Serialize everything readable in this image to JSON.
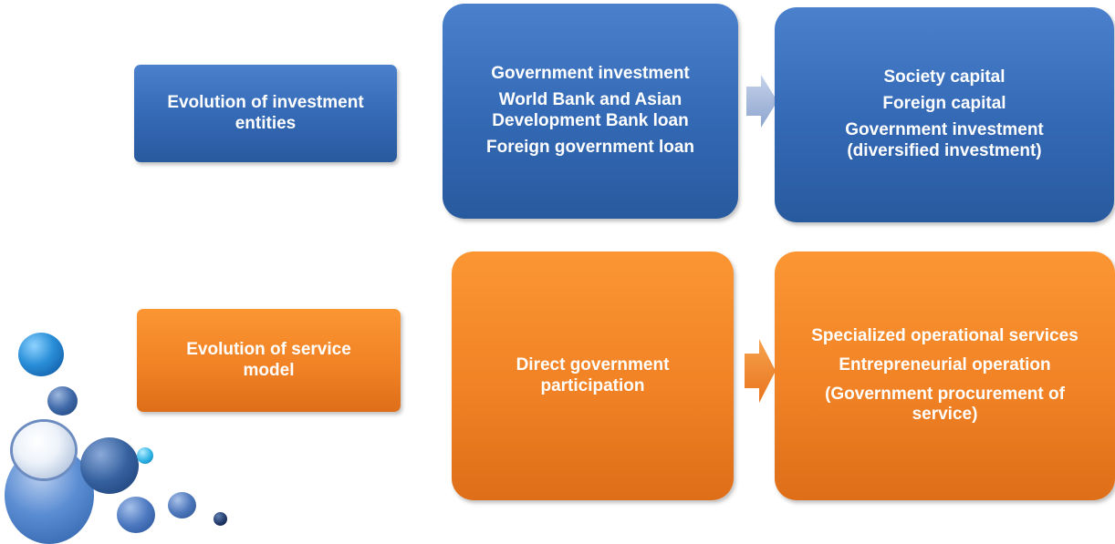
{
  "investment": {
    "label": "Evolution of investment entities",
    "from_lines": [
      "Government investment",
      "World Bank and Asian Development Bank loan",
      "Foreign government loan"
    ],
    "to_lines": [
      "Society capital",
      "Foreign capital",
      "Government investment (diversified investment)"
    ]
  },
  "service": {
    "label": "Evolution of service model",
    "from_lines": [
      "Direct government participation"
    ],
    "to_lines": [
      "Specialized operational services",
      "Entrepreneurial operation",
      "(Government procurement of service)"
    ]
  },
  "colors": {
    "blue_box": "#3368b4",
    "orange_box": "#f18225",
    "arrow_blue": "#a9b9d9",
    "arrow_orange": "#f0893a",
    "text": "#ffffff"
  },
  "icons": [
    "arrow-right-icon",
    "bubble-decoration"
  ]
}
